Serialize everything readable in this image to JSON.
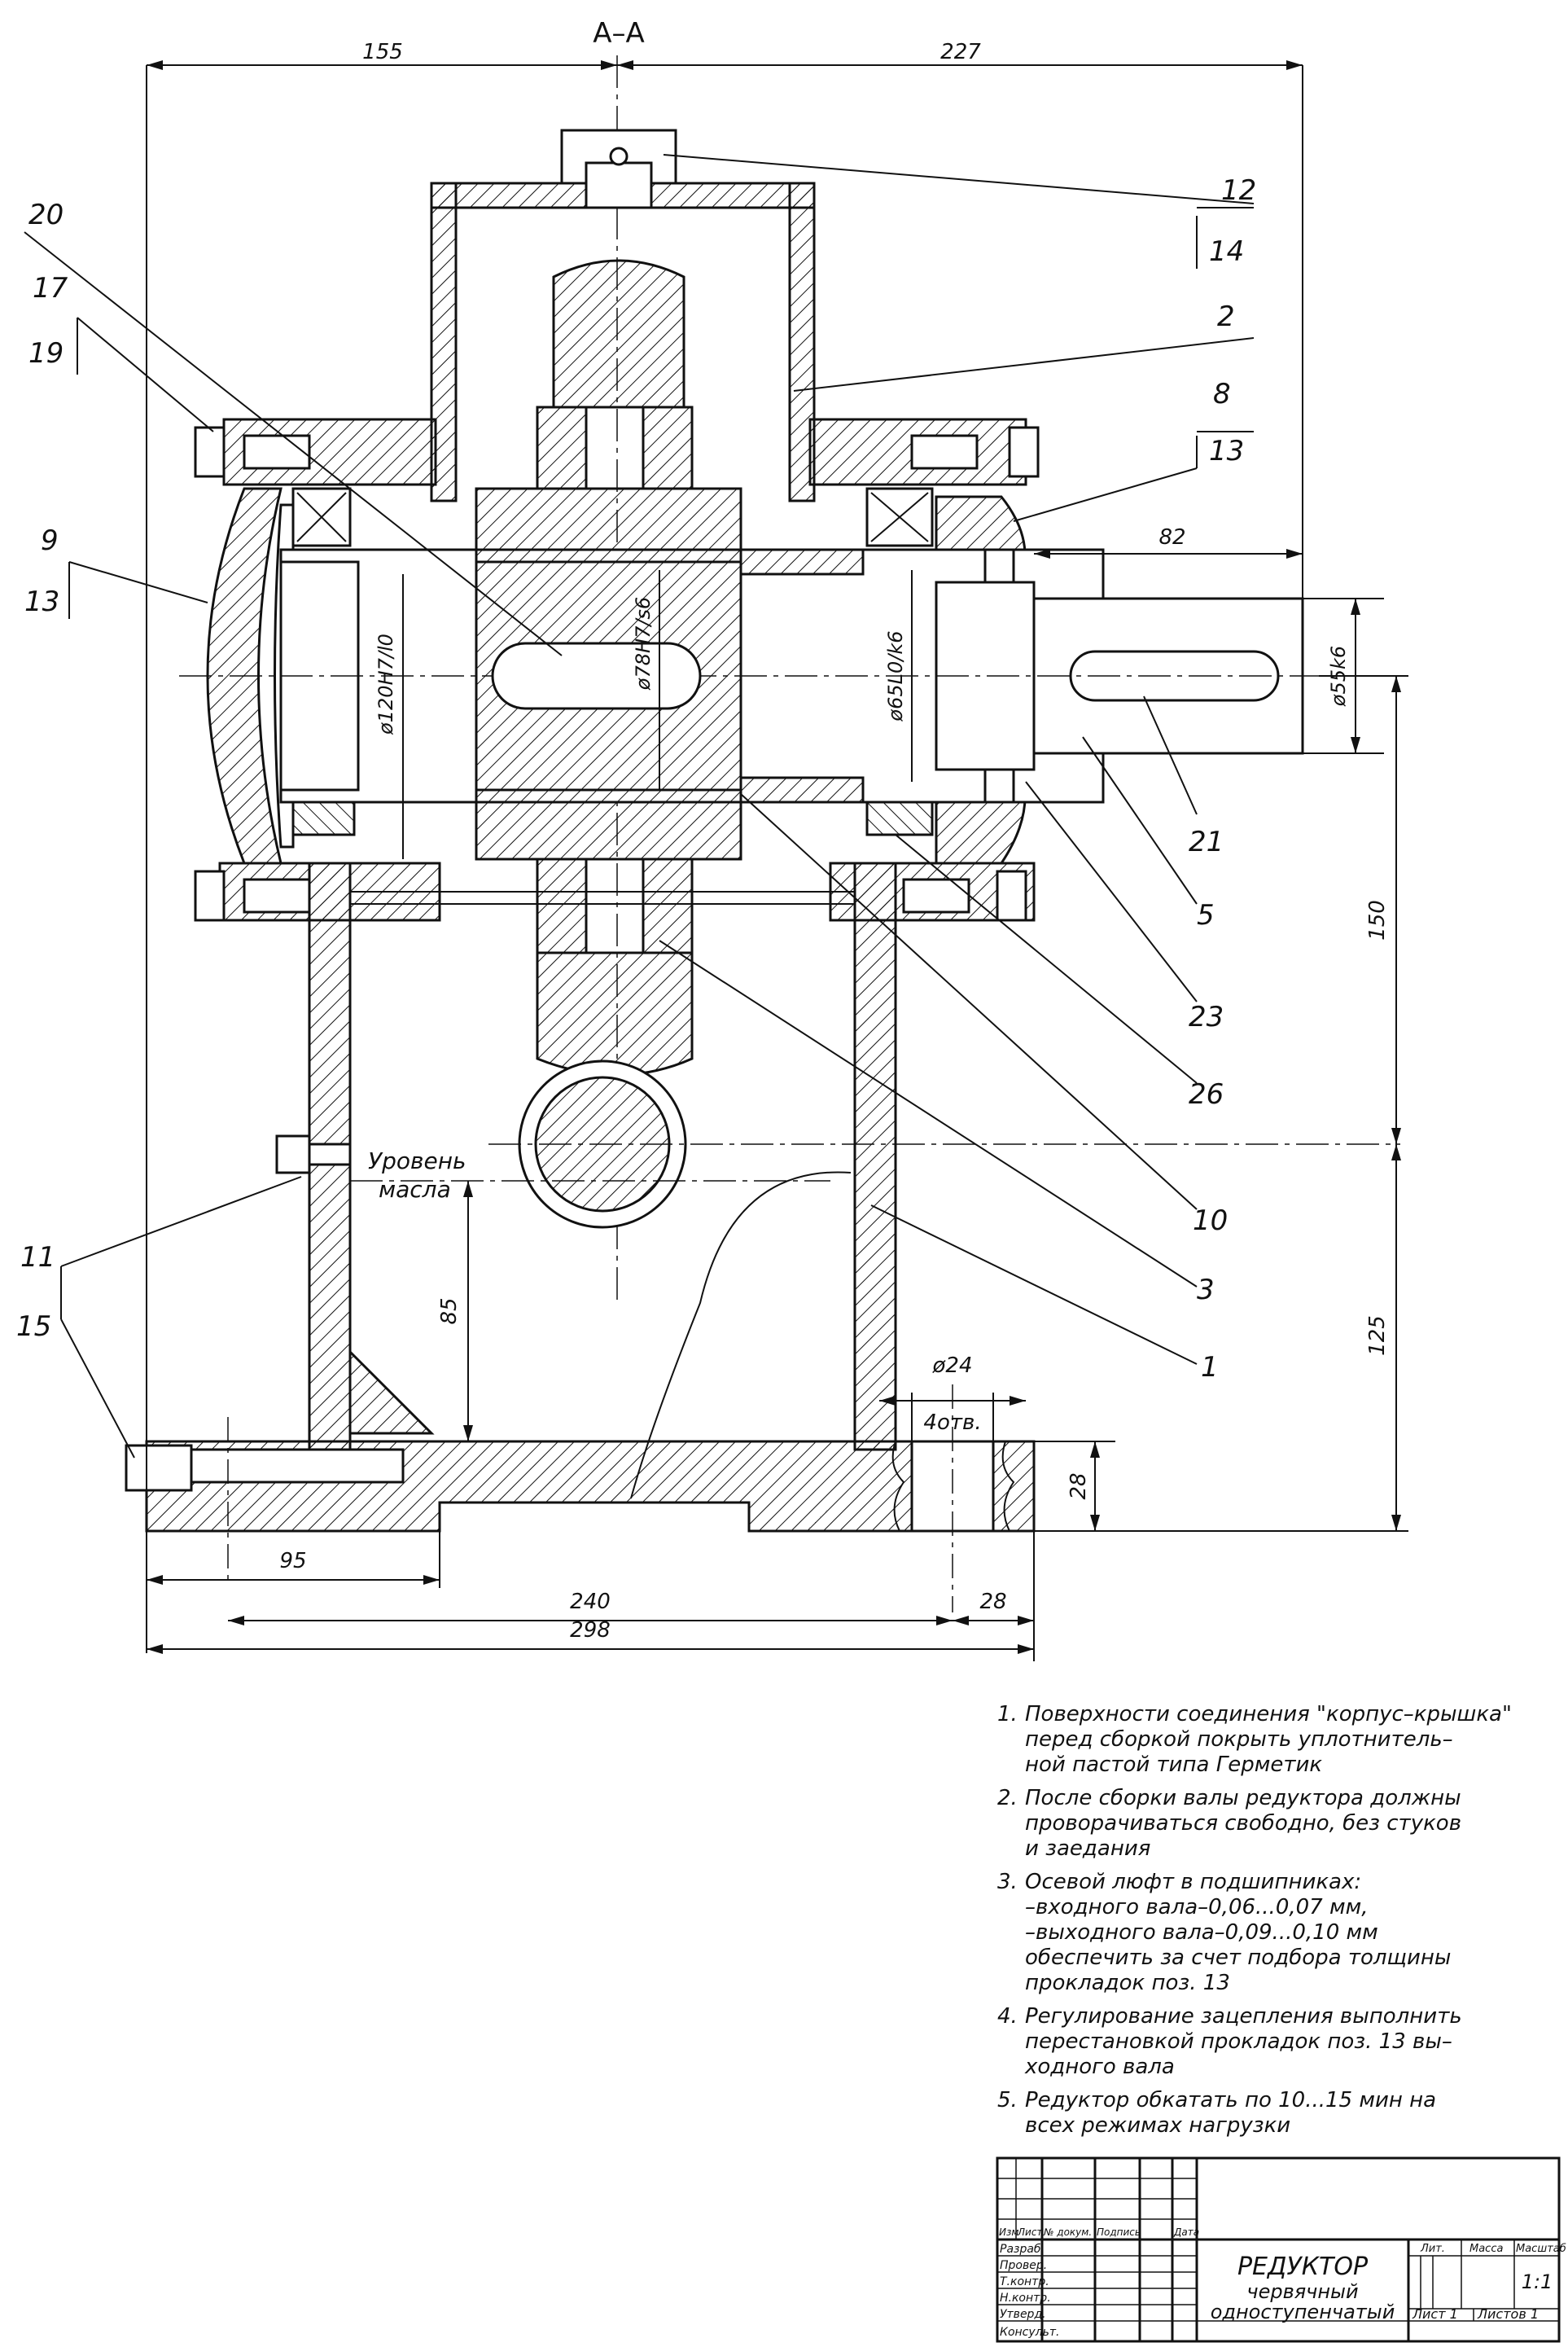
{
  "section_title": "А–А",
  "dimensions": {
    "d155": "155",
    "d227": "227",
    "d82": "82",
    "d150": "150",
    "d125": "125",
    "d85": "85",
    "d28_v": "28",
    "d24": "ø24",
    "holes": "4отв.",
    "d95": "95",
    "d240": "240",
    "d28_h": "28",
    "d298": "298",
    "fit_120": "ø120H7/l0",
    "fit_78": "ø78H7/s6",
    "fit_65": "ø65L0/k6",
    "fit_55": "ø55k6"
  },
  "oil_level": {
    "line1": "Уровень",
    "line2": "масла"
  },
  "positions": {
    "p12": "12",
    "p14": "14",
    "p2": "2",
    "p8": "8",
    "p13a": "13",
    "p20": "20",
    "p17": "17",
    "p19": "19",
    "p9": "9",
    "p13b": "13",
    "p21": "21",
    "p5": "5",
    "p23": "23",
    "p26": "26",
    "p10": "10",
    "p3": "3",
    "p1": "1",
    "p11": "11",
    "p15": "15"
  },
  "notes": [
    {
      "num": "1.",
      "text": "Поверхности соединения \"корпус–крышка\"\nперед сборкой покрыть уплотнитель–\nной пастой типа Герметик"
    },
    {
      "num": "2.",
      "text": "После сборки валы редуктора должны\nпроворачиваться свободно, без стуков\nи заедания"
    },
    {
      "num": "3.",
      "text": "Осевой люфт в подшипниках:\n–входного вала–0,06...0,07 мм,\n–выходного вала–0,09...0,10 мм\nобеспечить за счет подбора толщины\nпрокладок поз. 13"
    },
    {
      "num": "4.",
      "text": "Регулирование зацепления выполнить\nперестановкой прокладок поз. 13 вы–\nходного вала"
    },
    {
      "num": "5.",
      "text": "Редуктор обкатать по 10...15 мин на\nвсех режимах нагрузки"
    }
  ],
  "title_block": {
    "title": "РЕДУКТОР",
    "subtitle1": "червячный",
    "subtitle2": "одноступенчатый",
    "col_izm": "Изм",
    "col_list": "Лист",
    "col_doc": "№ докум.",
    "col_sign": "Подпись",
    "col_date": "Дата",
    "row_razrab": "Разраб.",
    "row_prover": "Провер.",
    "row_tkontr": "Т.контр.",
    "row_nkontr": "Н.контр.",
    "row_utverd": "Утверд.",
    "row_konsult": "Консульт.",
    "lit": "Лит.",
    "massa": "Масса",
    "masshtab": "Масштаб",
    "scale": "1:1",
    "sheet": "Лист 1",
    "sheets": "Листов 1"
  }
}
